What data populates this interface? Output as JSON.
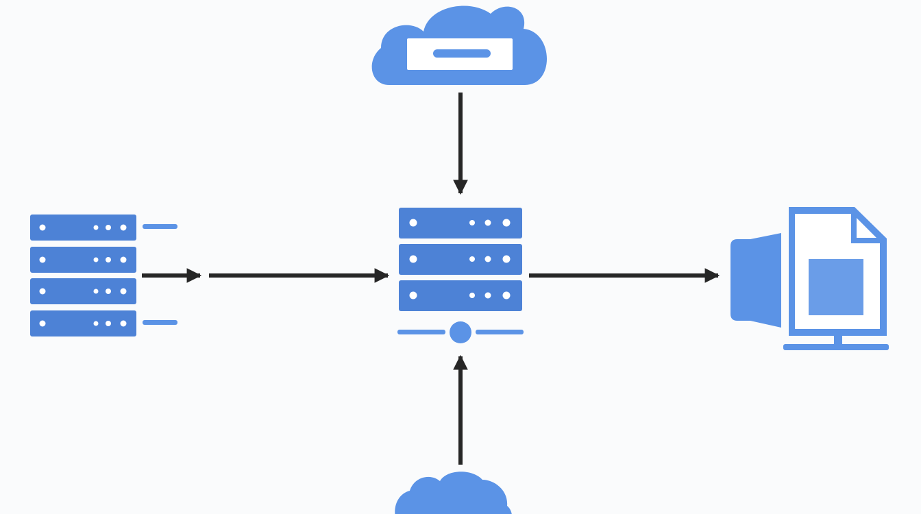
{
  "diagram": {
    "background": "#fafbfc",
    "colors": {
      "primary_blue": "#5b93e6",
      "server_blue": "#4d82d6",
      "arrow": "#262626",
      "white": "#ffffff"
    },
    "nodes": [
      {
        "id": "top-cloud",
        "icon": "cloud-upload-icon"
      },
      {
        "id": "left-server-rack",
        "icon": "server-stack-icon"
      },
      {
        "id": "central-server",
        "icon": "server-icon"
      },
      {
        "id": "right-monitor",
        "icon": "monitor-document-icon"
      },
      {
        "id": "bottom-cloud",
        "icon": "cloud-icon"
      }
    ],
    "edges": [
      {
        "from": "top-cloud",
        "to": "central-server"
      },
      {
        "from": "left-server-rack",
        "to": "central-server"
      },
      {
        "from": "central-server",
        "to": "right-monitor"
      },
      {
        "from": "bottom-cloud",
        "to": "central-server"
      }
    ]
  }
}
